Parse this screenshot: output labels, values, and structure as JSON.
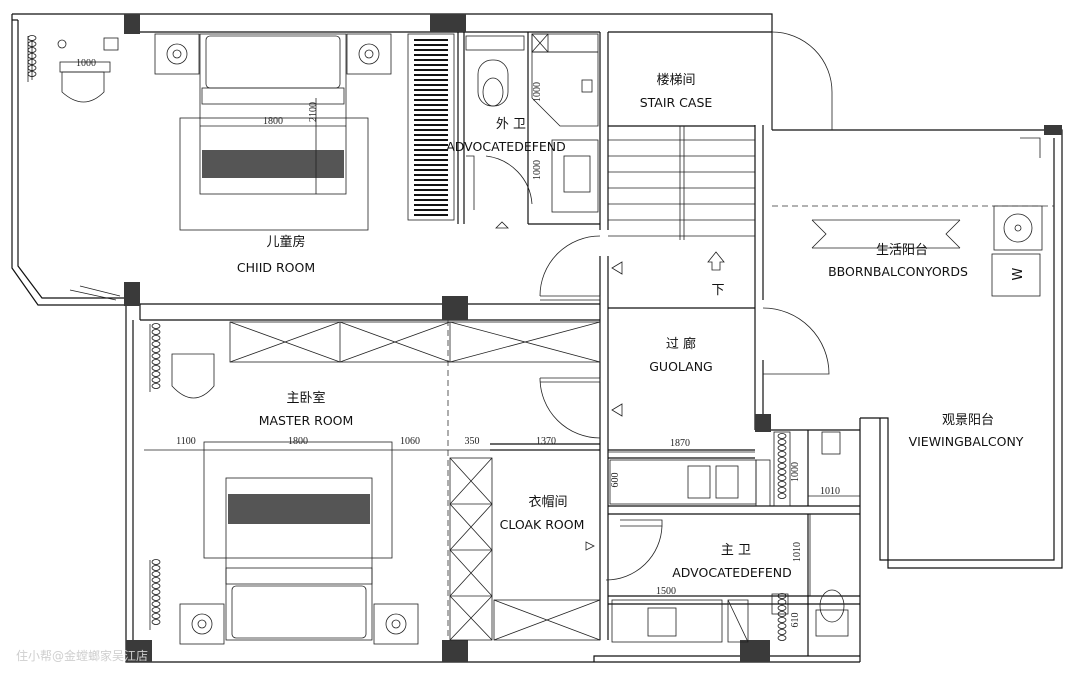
{
  "rooms": {
    "child_cn": "儿童房",
    "child_en": "CHIID ROOM",
    "wc_outer_cn": "外 卫",
    "wc_outer_en": "ADVOCATEDEFEND",
    "stair_cn": "楼梯间",
    "stair_en": "STAIR CASE",
    "stair_down": "下",
    "living_balcony_cn": "生活阳台",
    "living_balcony_en": "BBORNBALCONYORDS",
    "corridor_cn": "过 廊",
    "corridor_en": "GUOLANG",
    "view_balcony_cn": "观景阳台",
    "view_balcony_en": "VIEWINGBALCONY",
    "master_cn": "主卧室",
    "master_en": "MASTER ROOM",
    "cloak_cn": "衣帽间",
    "cloak_en": "CLOAK ROOM",
    "master_wc_cn": "主 卫",
    "master_wc_en": "ADVOCATEDEFEND",
    "washer": "W"
  },
  "dimensions": {
    "d1000_top": "1000",
    "d1800_child": "1800",
    "d2100_child": "2100",
    "d1000_wc_a": "1000",
    "d1000_wc_b": "1000",
    "d1100": "1100",
    "d1800_master": "1800",
    "d1060": "1060",
    "d350": "350",
    "d1370": "1370",
    "d1870": "1870",
    "d600": "600",
    "d1000_mwc": "1000",
    "d1010_a": "1010",
    "d1010_b": "1010",
    "d1500": "1500",
    "d610": "610"
  },
  "watermark": "住小帮@金螳螂家吴江店"
}
